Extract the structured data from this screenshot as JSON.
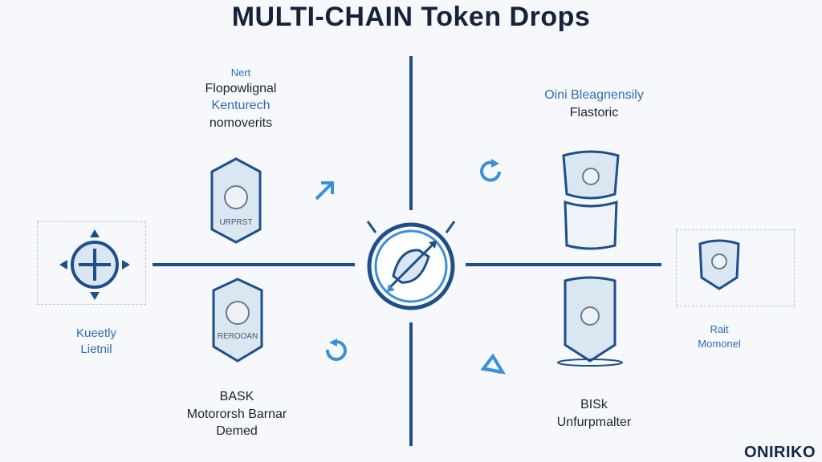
{
  "title": "MULTI-CHAIN Token Drops",
  "top_left": {
    "small": "Nert",
    "lines": [
      "Flopowlignal",
      "Kenturech",
      "nomoverits"
    ]
  },
  "top_right": {
    "lines": [
      "Oini  Bleagnensily",
      "Flastoric"
    ]
  },
  "left_box": {
    "lines": [
      "Kueetly",
      "Lietnil"
    ]
  },
  "right_box": {
    "lines": [
      "Rait",
      "Momonel"
    ]
  },
  "bottom_left": {
    "lines": [
      "BASK",
      "Motororsh Barnar",
      "Demed"
    ]
  },
  "bottom_right": {
    "lines": [
      "BISk",
      "Unfurpmalter"
    ]
  },
  "shield_top_label": "URPRST",
  "shield_bottom_label": "REROOAN",
  "logo": "ONIRIKO",
  "colors": {
    "accent": "#1e4f8a",
    "light": "#3a8fd9",
    "fill": "#dbe6f3"
  }
}
